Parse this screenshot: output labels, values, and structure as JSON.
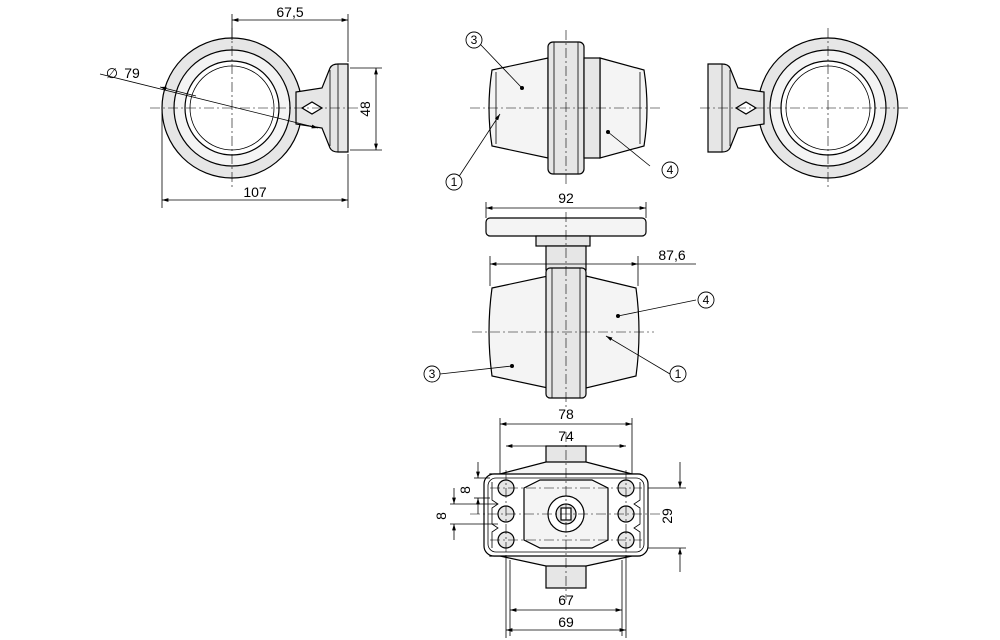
{
  "dimensions": {
    "front_width_offset": "67,5",
    "diameter": "79",
    "diameter_symbol": "∅",
    "height_mount": "48",
    "total_width": "107",
    "top_plate_width": "92",
    "top_body_width": "87,6",
    "base_outer": "78",
    "base_inner": "74",
    "hole_pitch_small_a": "8",
    "hole_pitch_small_b": "8",
    "base_height": "29",
    "base_bottom_inner": "67",
    "base_bottom_outer": "69"
  },
  "callouts": {
    "c1": "1",
    "c3": "3",
    "c4": "4"
  }
}
